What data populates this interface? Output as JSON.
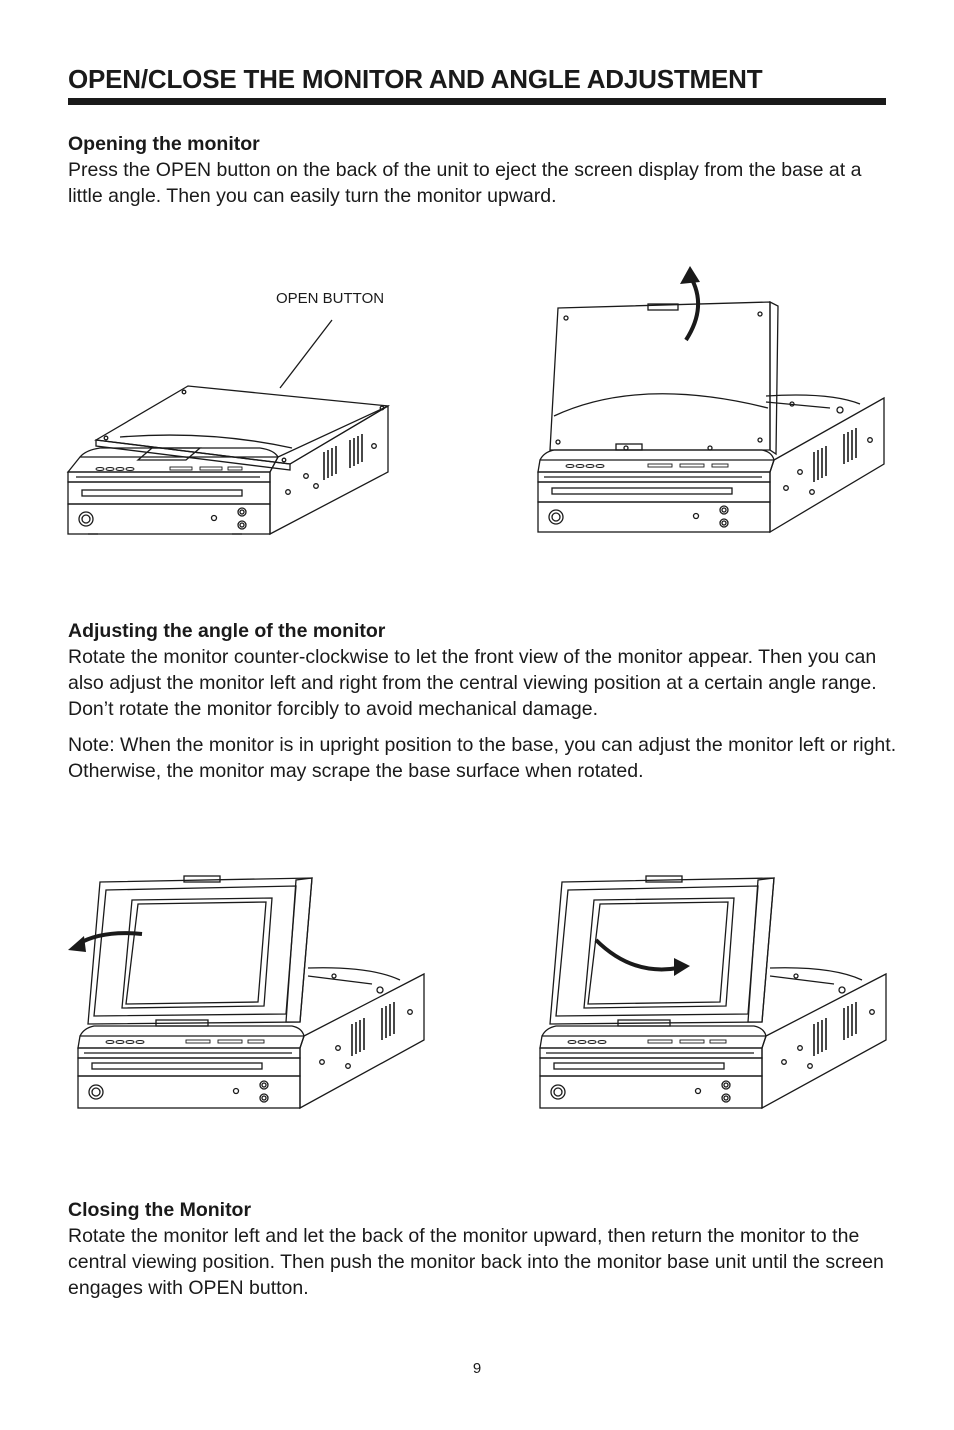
{
  "page": {
    "title": "OPEN/CLOSE THE MONITOR AND ANGLE ADJUSTMENT",
    "page_number": "9"
  },
  "sections": {
    "opening": {
      "heading": "Opening the monitor",
      "body": "Press the OPEN button on the back of the unit to eject the screen display from the base at a little angle.  Then you can easily turn the monitor upward."
    },
    "adjusting": {
      "heading": "Adjusting the angle of the monitor",
      "body": "Rotate the monitor counter-clockwise to let the front view of the monitor appear.  Then you can also adjust the monitor left and right from the central viewing position at a certain angle range.  Don’t rotate the monitor forcibly to avoid mechanical damage.",
      "note": "Note:  When the monitor is in upright position to the base, you can adjust the monitor left or right.  Otherwise, the monitor may scrape the base surface when rotated."
    },
    "closing": {
      "heading": "Closing the Monitor",
      "body": "Rotate the monitor left and let the back of the monitor upward, then return the monitor to the central viewing position.  Then push the monitor back into the monitor base unit until the screen engages with OPEN button."
    }
  },
  "figures": {
    "open_button_label": "OPEN BUTTON",
    "icons": {
      "unit": "monitor-unit-illustration",
      "arrow": "rotation-arrow-icon"
    }
  }
}
